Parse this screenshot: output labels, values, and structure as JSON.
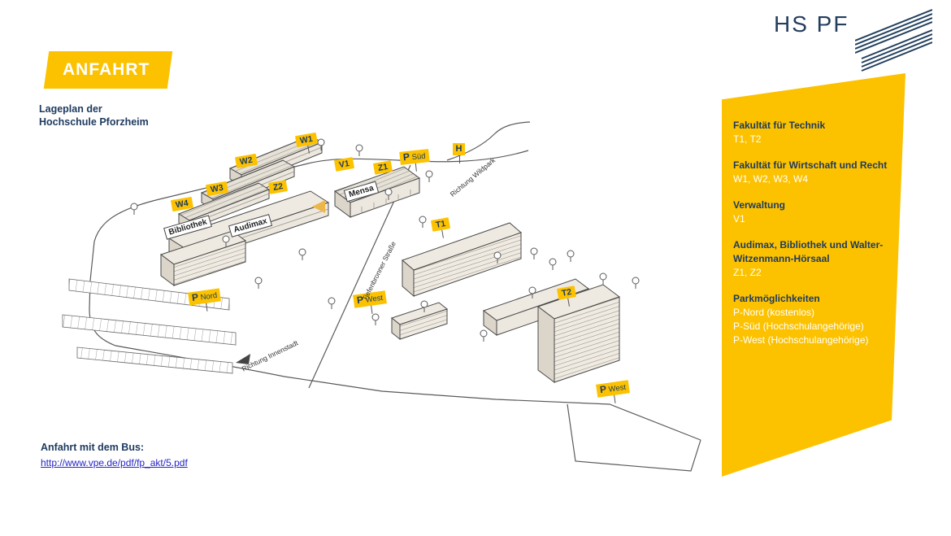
{
  "header": {
    "banner": "ANFAHRT",
    "subtitle_line1": "Lageplan der",
    "subtitle_line2": "Hochschule Pforzheim"
  },
  "logo": {
    "text": "HS PF"
  },
  "legend": {
    "sections": [
      {
        "heading": "Fakultät für Technik",
        "items": [
          "T1, T2"
        ]
      },
      {
        "heading": "Fakultät für Wirtschaft und Recht",
        "items": [
          "W1, W2, W3, W4"
        ]
      },
      {
        "heading": "Verwaltung",
        "items": [
          "V1"
        ]
      },
      {
        "heading": "Audimax, Bibliothek und Walter-Witzenmann-Hörsaal",
        "items": [
          "Z1, Z2"
        ]
      },
      {
        "heading": "Parkmöglichkeiten",
        "items": [
          "P-Nord (kostenlos)",
          "P-Süd (Hochschulangehörige)",
          "P-West (Hochschulangehörige)"
        ]
      }
    ]
  },
  "map": {
    "tags": [
      {
        "label": "W1"
      },
      {
        "label": "W2"
      },
      {
        "label": "W3"
      },
      {
        "label": "W4"
      },
      {
        "label": "Z2"
      },
      {
        "label": "V1"
      },
      {
        "label": "Z1"
      },
      {
        "label": "T1"
      },
      {
        "label": "T2"
      }
    ],
    "buildings": [
      {
        "label": "Mensa"
      },
      {
        "label": "Bibliothek"
      },
      {
        "label": "Audimax"
      }
    ],
    "parking": [
      {
        "p": "P",
        "name": "Süd"
      },
      {
        "p": "P",
        "name": "Nord"
      },
      {
        "p": "P",
        "name": "West"
      },
      {
        "p": "P",
        "name": "West"
      }
    ],
    "bus_stop": {
      "label": "H"
    },
    "streets": [
      {
        "name": "Tiefenbronner Straße"
      },
      {
        "name": "Richtung Wildpark"
      },
      {
        "name": "Richtung Innenstadt"
      }
    ]
  },
  "footer": {
    "bus_heading": "Anfahrt mit dem Bus:",
    "bus_link": "http://www.vpe.de/pdf/fp_akt/5.pdf"
  },
  "colors": {
    "accent_yellow": "#FCC200",
    "navy": "#1D3A5F",
    "link_blue": "#2525C9",
    "building_fill": "#EDE8DF"
  }
}
